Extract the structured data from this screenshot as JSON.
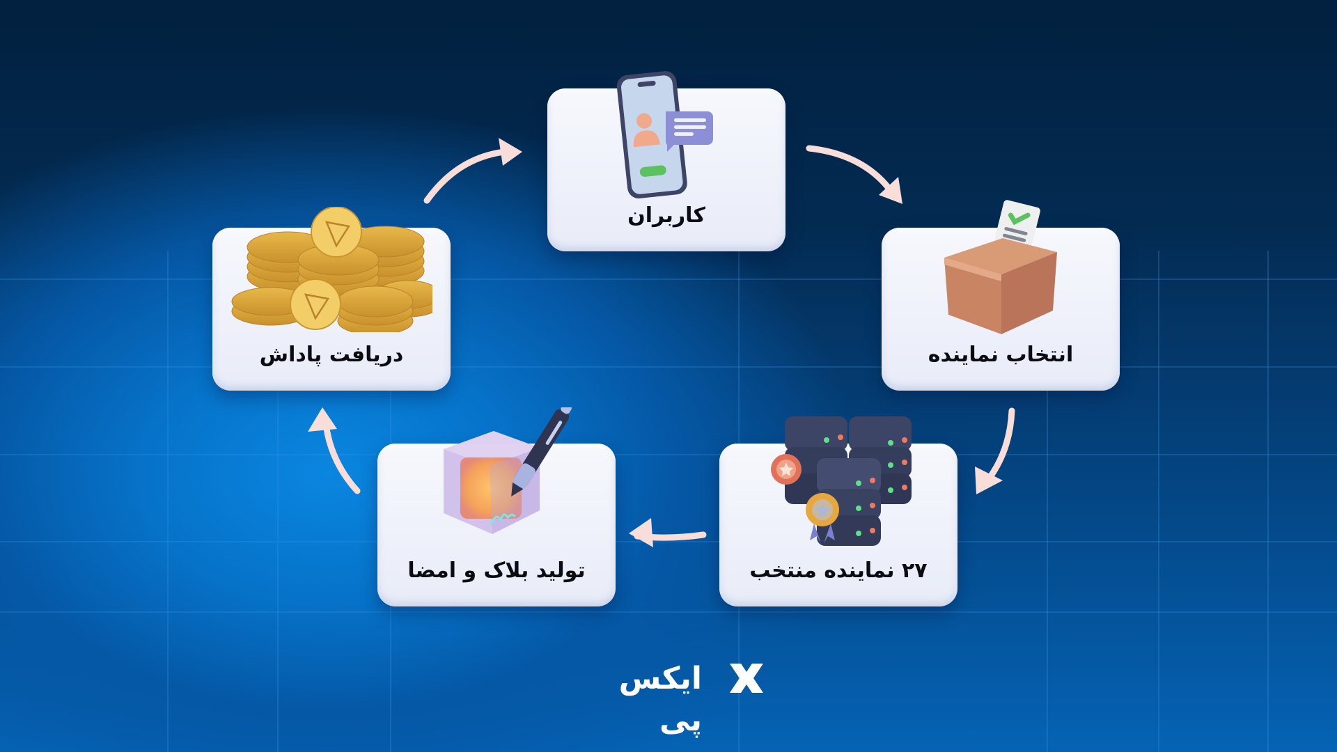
{
  "diagram": {
    "title": "DPoS cycle (TRON)",
    "steps": [
      {
        "id": "users",
        "label": "کاربران",
        "icon": "phone-chat-icon"
      },
      {
        "id": "vote",
        "label": "انتخاب نماینده",
        "icon": "ballot-box-icon"
      },
      {
        "id": "super_reps",
        "label": "۲۷ نماینده منتخب",
        "icon": "server-stack-icon"
      },
      {
        "id": "block",
        "label": "تولید بلاک و امضا",
        "icon": "block-signature-icon"
      },
      {
        "id": "reward",
        "label": "دریافت پاداش",
        "icon": "coins-icon"
      }
    ],
    "flow": [
      "users",
      "vote",
      "super_reps",
      "block",
      "reward",
      "users"
    ]
  },
  "brand": {
    "name": "ایکس پی",
    "logo_icon": "x-logo-icon"
  },
  "colors": {
    "background_dark": "#02203f",
    "background_bright": "#0a86e0",
    "card": "#f2f4fb",
    "label_text": "#0b0b12",
    "arrow": "#f9ddd8",
    "logo": "#ffffff"
  }
}
